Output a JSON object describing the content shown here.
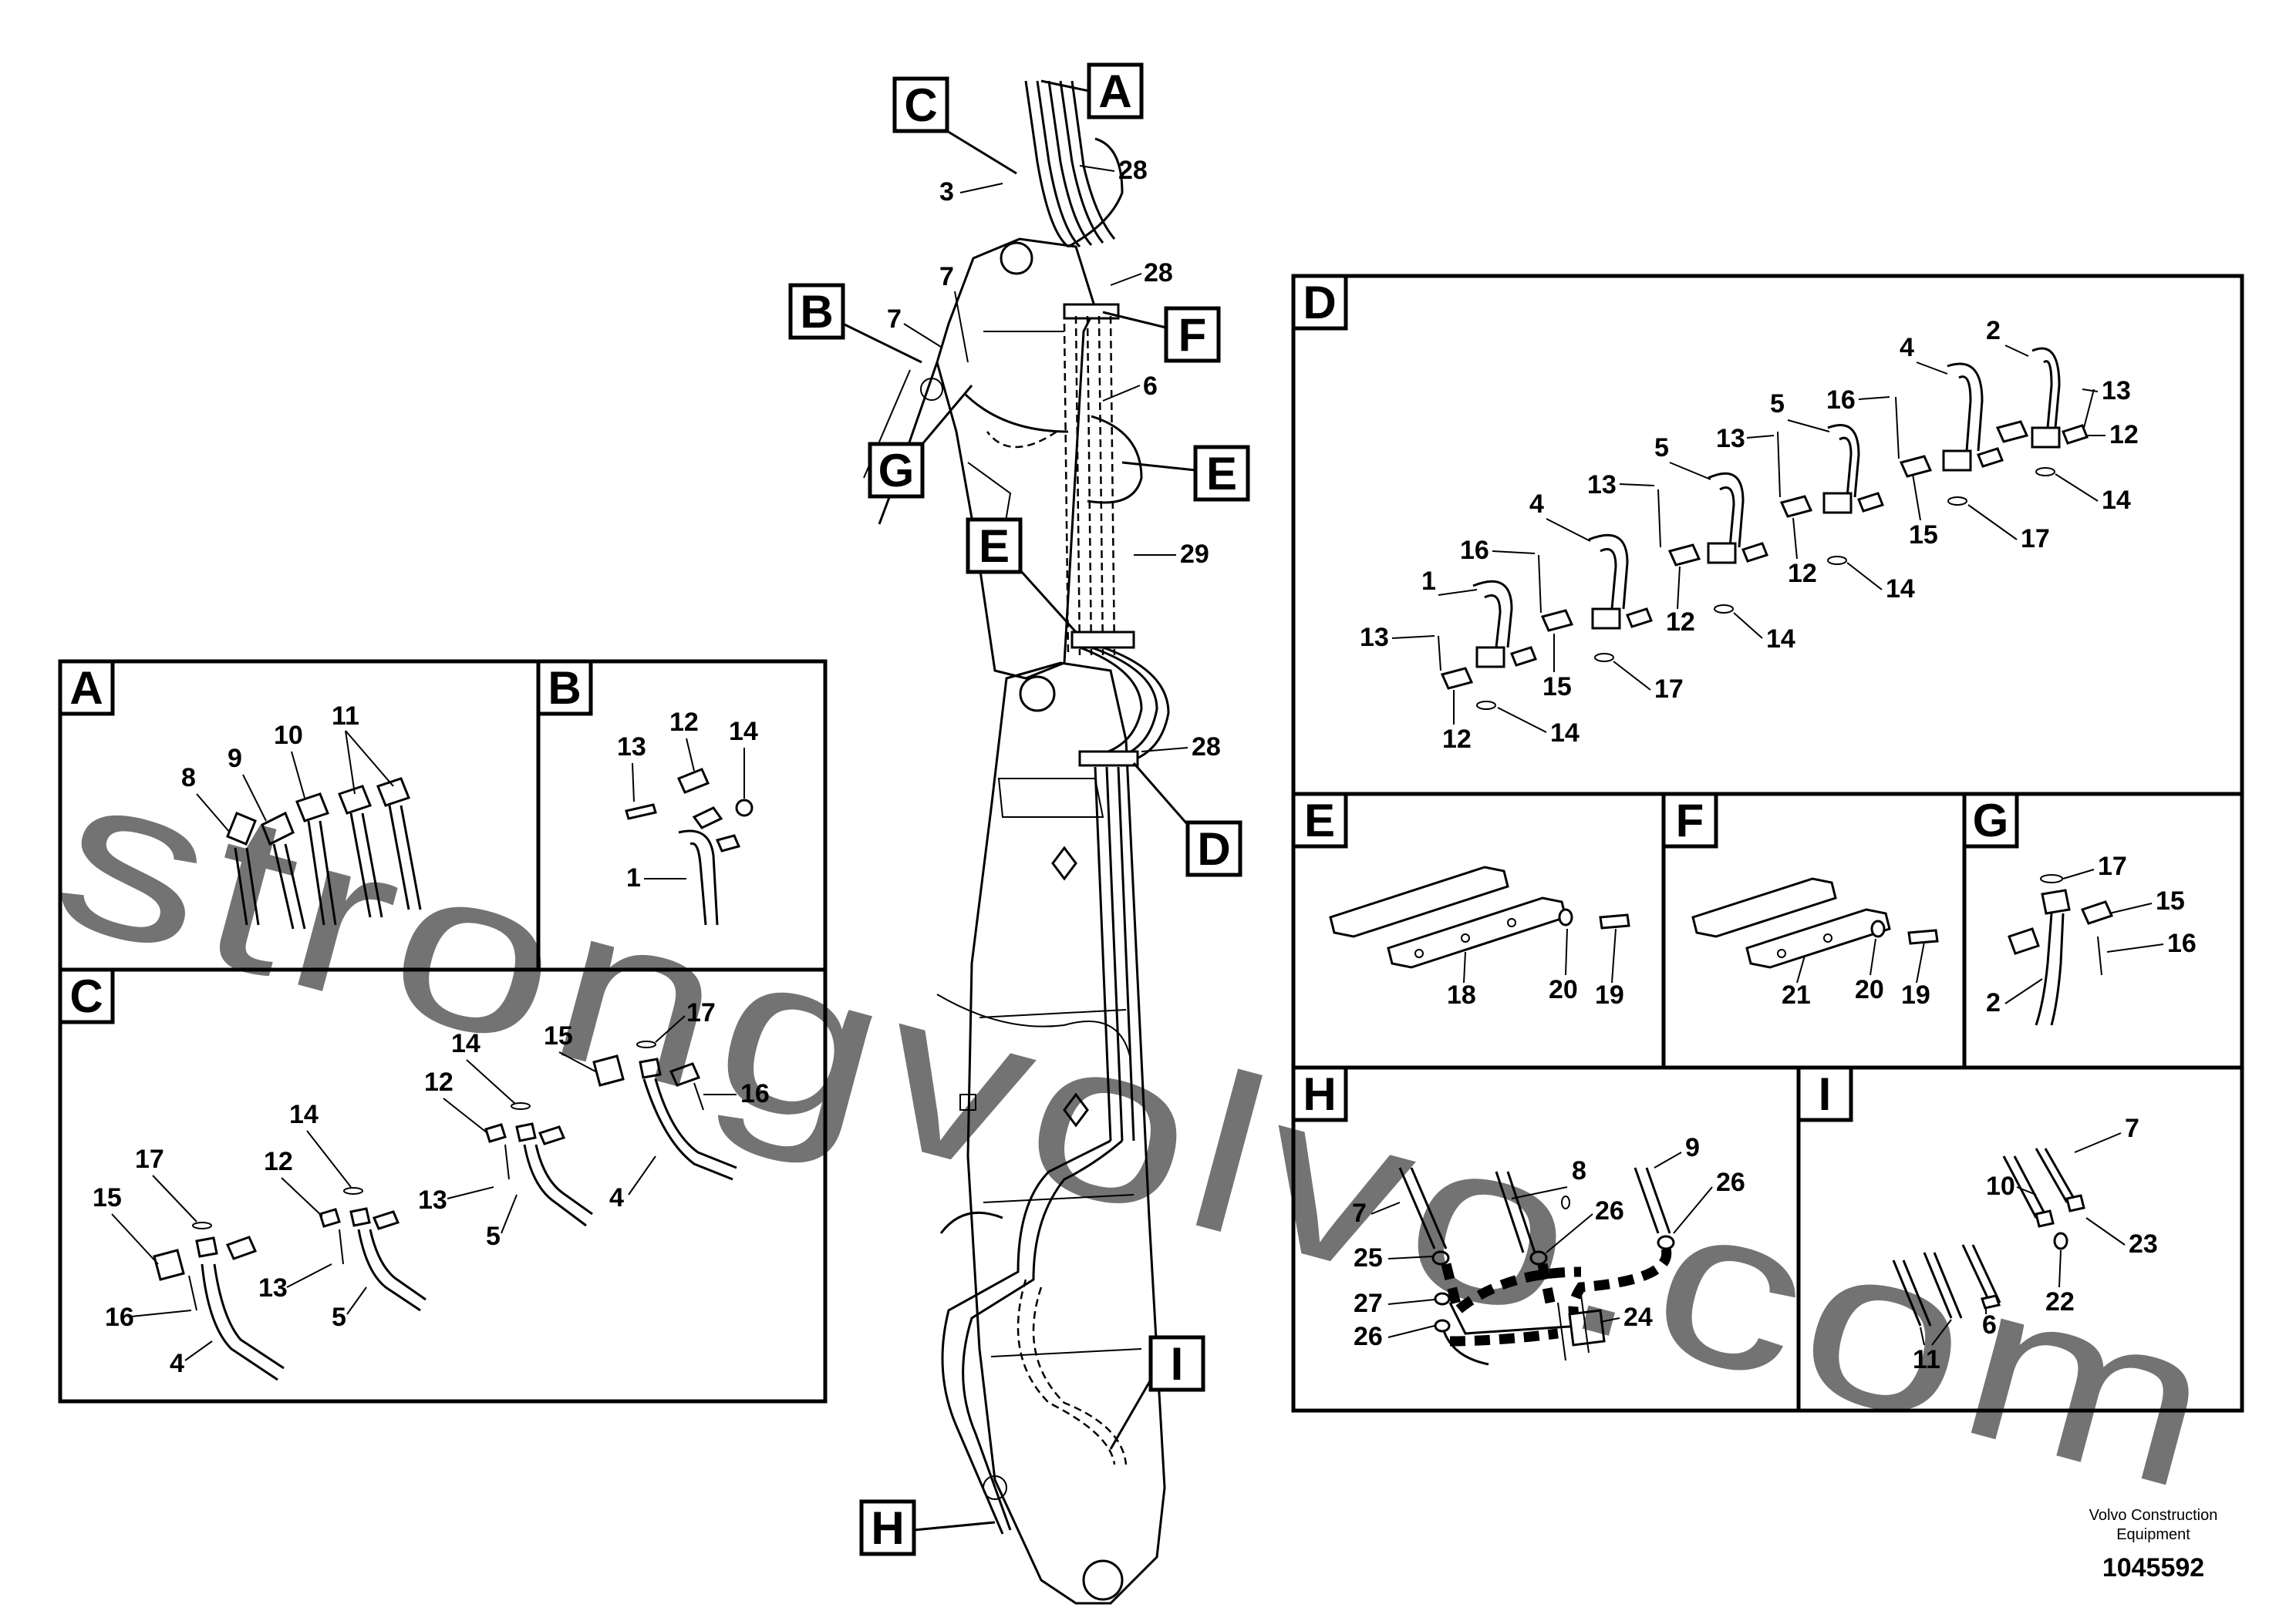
{
  "callouts": {
    "a": "A",
    "b": "B",
    "c": "C",
    "d": "D",
    "e": "E",
    "f": "F",
    "g": "G",
    "h": "H",
    "i": "I"
  },
  "main_labels": [
    "28",
    "3",
    "28",
    "7",
    "7",
    "6",
    "29",
    "28"
  ],
  "panel_a": {
    "title": "A",
    "labels": [
      "11",
      "10",
      "9",
      "8"
    ]
  },
  "panel_b": {
    "title": "B",
    "labels": [
      "12",
      "13",
      "14",
      "1"
    ]
  },
  "panel_c": {
    "title": "C",
    "labels": [
      "14",
      "17",
      "12",
      "15",
      "16",
      "13",
      "4",
      "5",
      "17",
      "14",
      "15",
      "12",
      "13",
      "16",
      "4",
      "5"
    ]
  },
  "panel_d": {
    "title": "D",
    "labels": [
      "2",
      "4",
      "13",
      "12",
      "16",
      "5",
      "14",
      "15",
      "17",
      "13",
      "5",
      "12",
      "14",
      "13",
      "4",
      "16",
      "12",
      "14",
      "1",
      "15",
      "17",
      "13",
      "12",
      "14"
    ]
  },
  "panel_e": {
    "title": "E",
    "labels": [
      "18",
      "20",
      "19"
    ]
  },
  "panel_f": {
    "title": "F",
    "labels": [
      "21",
      "20",
      "19"
    ]
  },
  "panel_g": {
    "title": "G",
    "labels": [
      "17",
      "15",
      "16",
      "2"
    ]
  },
  "panel_h": {
    "title": "H",
    "labels": [
      "9",
      "8",
      "26",
      "7",
      "26",
      "25",
      "27",
      "26",
      "24"
    ]
  },
  "panel_i": {
    "title": "I",
    "labels": [
      "7",
      "10",
      "23",
      "22",
      "6",
      "11"
    ]
  },
  "footer": {
    "company_line1": "Volvo Construction",
    "company_line2": "Equipment",
    "doc_number": "1045592"
  },
  "watermark": "strongvolvo.com",
  "colors": {
    "watermark": "#e39c9c",
    "lines": "#000000",
    "background": "#ffffff"
  }
}
